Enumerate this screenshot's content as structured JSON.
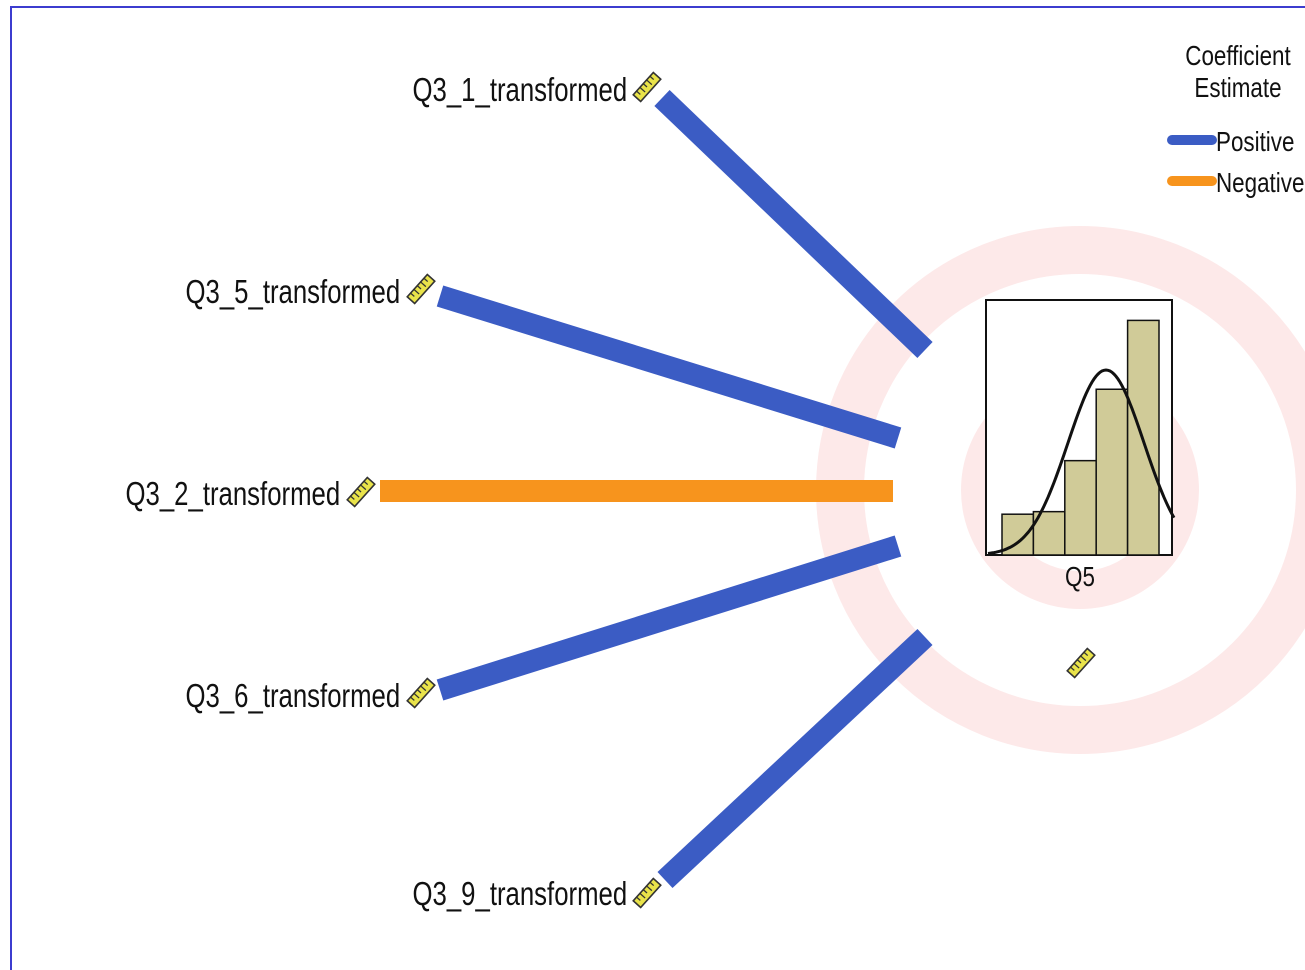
{
  "diagram": {
    "predictors": [
      {
        "label": "Q3_1_transformed",
        "sign": "positive"
      },
      {
        "label": "Q3_5_transformed",
        "sign": "positive"
      },
      {
        "label": "Q3_2_transformed",
        "sign": "negative"
      },
      {
        "label": "Q3_6_transformed",
        "sign": "positive"
      },
      {
        "label": "Q3_9_transformed",
        "sign": "positive"
      }
    ],
    "target": {
      "label": "Q5",
      "histogram_bars": [
        0.16,
        0.17,
        0.37,
        0.65,
        0.92
      ]
    },
    "measure_icon": "ruler-icon",
    "colors": {
      "positive": "#3b5cc4",
      "negative": "#f7941d",
      "bar_fill": "#d0cb98",
      "halo": "#fde9e9",
      "frame": "#3c3ccf",
      "ruler": "#e9e34a"
    }
  },
  "legend": {
    "title_line1": "Coefficient",
    "title_line2": "Estimate",
    "items": [
      {
        "label": "Positive",
        "sign": "positive"
      },
      {
        "label": "Negative",
        "sign": "negative"
      }
    ]
  }
}
